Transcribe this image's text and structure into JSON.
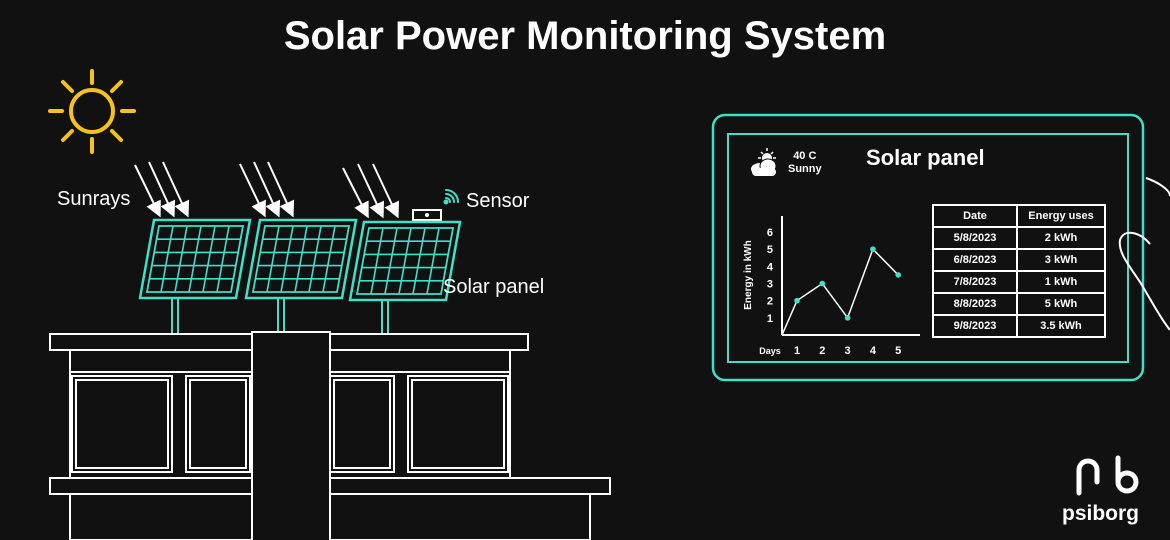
{
  "title": "Solar Power Monitoring System",
  "labels": {
    "sunrays": "Sunrays",
    "sensor": "Sensor",
    "solar_panel": "Solar panel"
  },
  "tablet": {
    "heading": "Solar panel",
    "weather": {
      "temperature": "40 C",
      "condition": "Sunny"
    },
    "table": {
      "headers": [
        "Date",
        "Energy uses"
      ],
      "rows": [
        [
          "5/8/2023",
          "2 kWh"
        ],
        [
          "6/8/2023",
          "3 kWh"
        ],
        [
          "7/8/2023",
          "1 kWh"
        ],
        [
          "8/8/2023",
          "5 kWh"
        ],
        [
          "9/8/2023",
          "3.5 kWh"
        ]
      ]
    }
  },
  "chart_data": {
    "type": "line",
    "x": [
      1,
      2,
      3,
      4,
      5
    ],
    "values": [
      2,
      3,
      1,
      5,
      3.5
    ],
    "xlabel": "Days",
    "ylabel": "Energy in kWh",
    "yticks": [
      1,
      2,
      3,
      4,
      5,
      6
    ],
    "xticks": [
      1,
      2,
      3,
      4,
      5
    ],
    "ylim": [
      0,
      6
    ],
    "line_color": "#ffffff",
    "marker_color": "#40e0c8"
  },
  "brand": "psiborg",
  "colors": {
    "accent": "#40e0c8",
    "sun": "#f5c21b",
    "background": "#111111"
  }
}
